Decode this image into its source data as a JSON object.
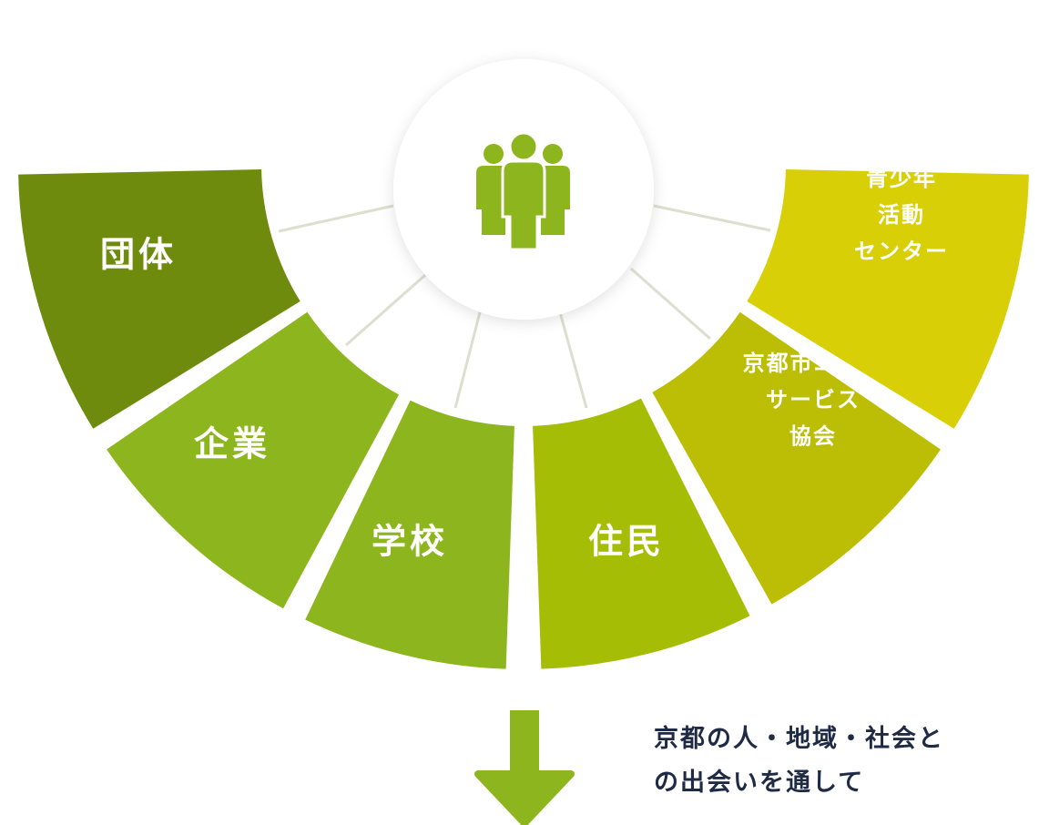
{
  "segments": [
    {
      "label_lines": [
        "団体"
      ],
      "color": "#6e8b0e"
    },
    {
      "label_lines": [
        "企業"
      ],
      "color": "#8db51d"
    },
    {
      "label_lines": [
        "学校"
      ],
      "color": "#8db51d"
    },
    {
      "label_lines": [
        "住民"
      ],
      "color": "#a6bd06"
    },
    {
      "label_lines": [
        "京都市ユース",
        "サービス",
        "協会"
      ],
      "color": "#bcbe06"
    },
    {
      "label_lines": [
        "青少年",
        "活動",
        "センター"
      ],
      "color": "#d9cf06"
    }
  ],
  "center": {
    "icon": "people-group-icon",
    "icon_color": "#8db51d"
  },
  "arrow": {
    "icon": "arrow-down-icon",
    "color": "#8db51d"
  },
  "caption": {
    "line1": "京都の人・地域・社会と",
    "line2": "の出会いを通して"
  }
}
